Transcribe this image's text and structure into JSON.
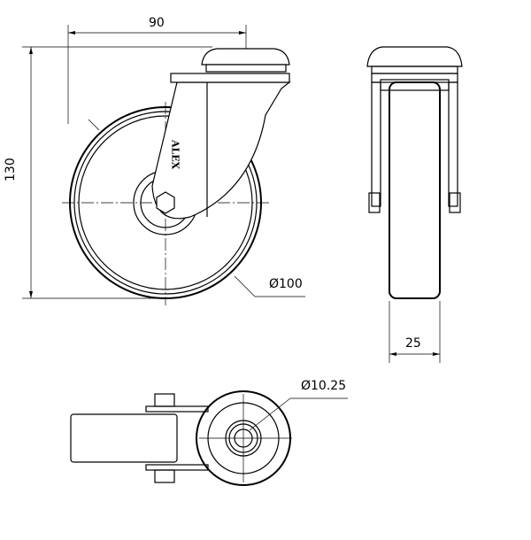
{
  "dimensions": {
    "width": "90",
    "height": "130",
    "wheel_diameter": "Ø100",
    "wheel_width": "25",
    "bolt_hole_diameter": "Ø10.25"
  },
  "logo": "ALEX"
}
